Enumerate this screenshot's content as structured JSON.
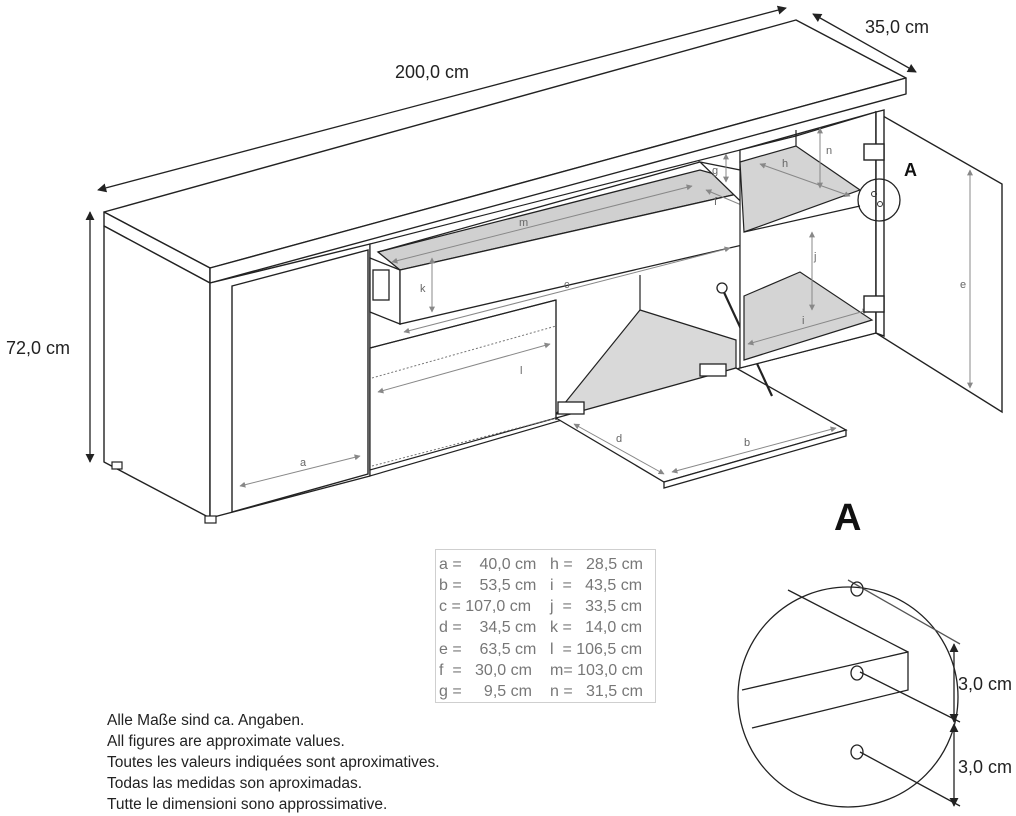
{
  "overall": {
    "width": "200,0 cm",
    "depth": "35,0 cm",
    "height": "72,0 cm"
  },
  "part_letters": {
    "a": "a",
    "b": "b",
    "c": "c",
    "d": "d",
    "e": "e",
    "f": "f",
    "g": "g",
    "h": "h",
    "i": "i",
    "j": "j",
    "k": "k",
    "l": "l",
    "m": "m",
    "n": "n"
  },
  "detail": {
    "marker": "A",
    "heading": "A",
    "spacing_top": "3,0 cm",
    "spacing_bottom": "3,0 cm"
  },
  "dimensions_table": {
    "rows": [
      {
        "left": "a =    40,0 cm",
        "right": "h =   28,5 cm"
      },
      {
        "left": "b =    53,5 cm",
        "right": "i  =   43,5 cm"
      },
      {
        "left": "c = 107,0 cm",
        "right": "j  =   33,5 cm"
      },
      {
        "left": "d =    34,5 cm",
        "right": "k =   14,0 cm"
      },
      {
        "left": "e =    63,5 cm",
        "right": "l  = 106,5 cm"
      },
      {
        "left": "f  =   30,0 cm",
        "right": "m= 103,0 cm"
      },
      {
        "left": "g =     9,5 cm",
        "right": "n =   31,5 cm"
      }
    ]
  },
  "notes": [
    "Alle Maße sind ca. Angaben.",
    "All figures are approximate values.",
    "Toutes les valeurs indiquées sont aproximatives.",
    "Todas las medidas son aproximadas.",
    "Tutte le dimensioni sono approssimative."
  ]
}
